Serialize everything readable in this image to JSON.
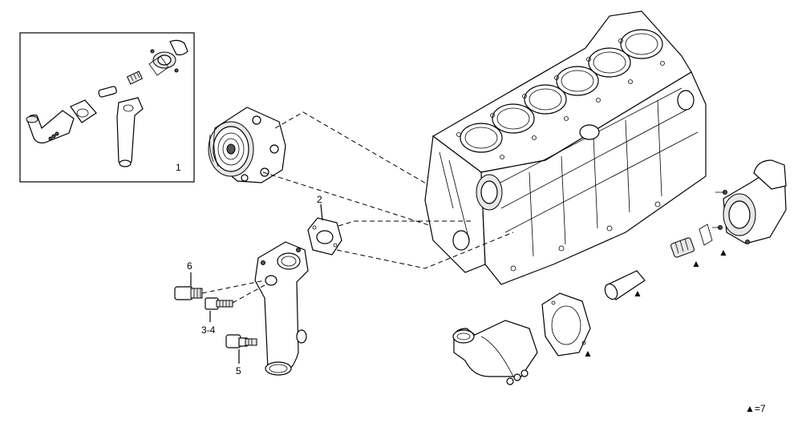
{
  "diagram": {
    "callouts": {
      "kit": "1",
      "gasket": "2",
      "bolt": "3-4",
      "sensor": "5",
      "plug": "6"
    },
    "legend": {
      "symbol": "▲",
      "text": "=7"
    },
    "marker_symbol": "▲"
  }
}
